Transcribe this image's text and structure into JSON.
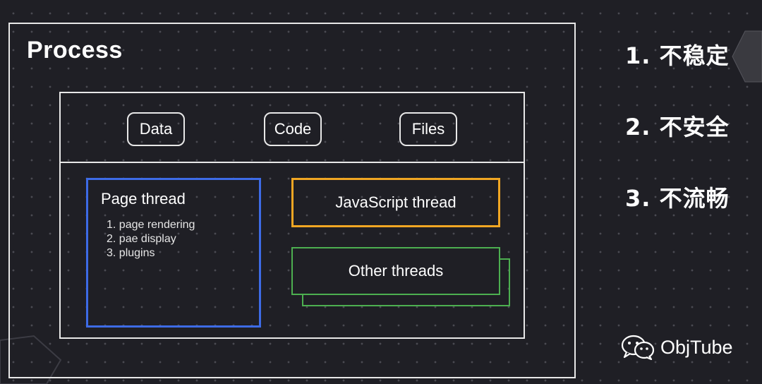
{
  "diagram": {
    "process_title": "Process",
    "resources": [
      "Data",
      "Code",
      "Files"
    ],
    "page_thread": {
      "title": "Page thread",
      "items": [
        "1. page rendering",
        "2. pae display",
        "3. plugins"
      ]
    },
    "javascript_thread": "JavaScript thread",
    "other_threads": "Other threads"
  },
  "sidebar": {
    "points": [
      "1. 不稳定",
      "2. 不安全",
      "3. 不流畅"
    ]
  },
  "brand": {
    "name": "ObjTube",
    "icon": "wechat-icon"
  },
  "colors": {
    "background": "#1f1f25",
    "frame": "#e8e8e8",
    "page_thread_border": "#3d6be6",
    "javascript_thread_border": "#f0a623",
    "other_threads_border": "#4caf50"
  }
}
